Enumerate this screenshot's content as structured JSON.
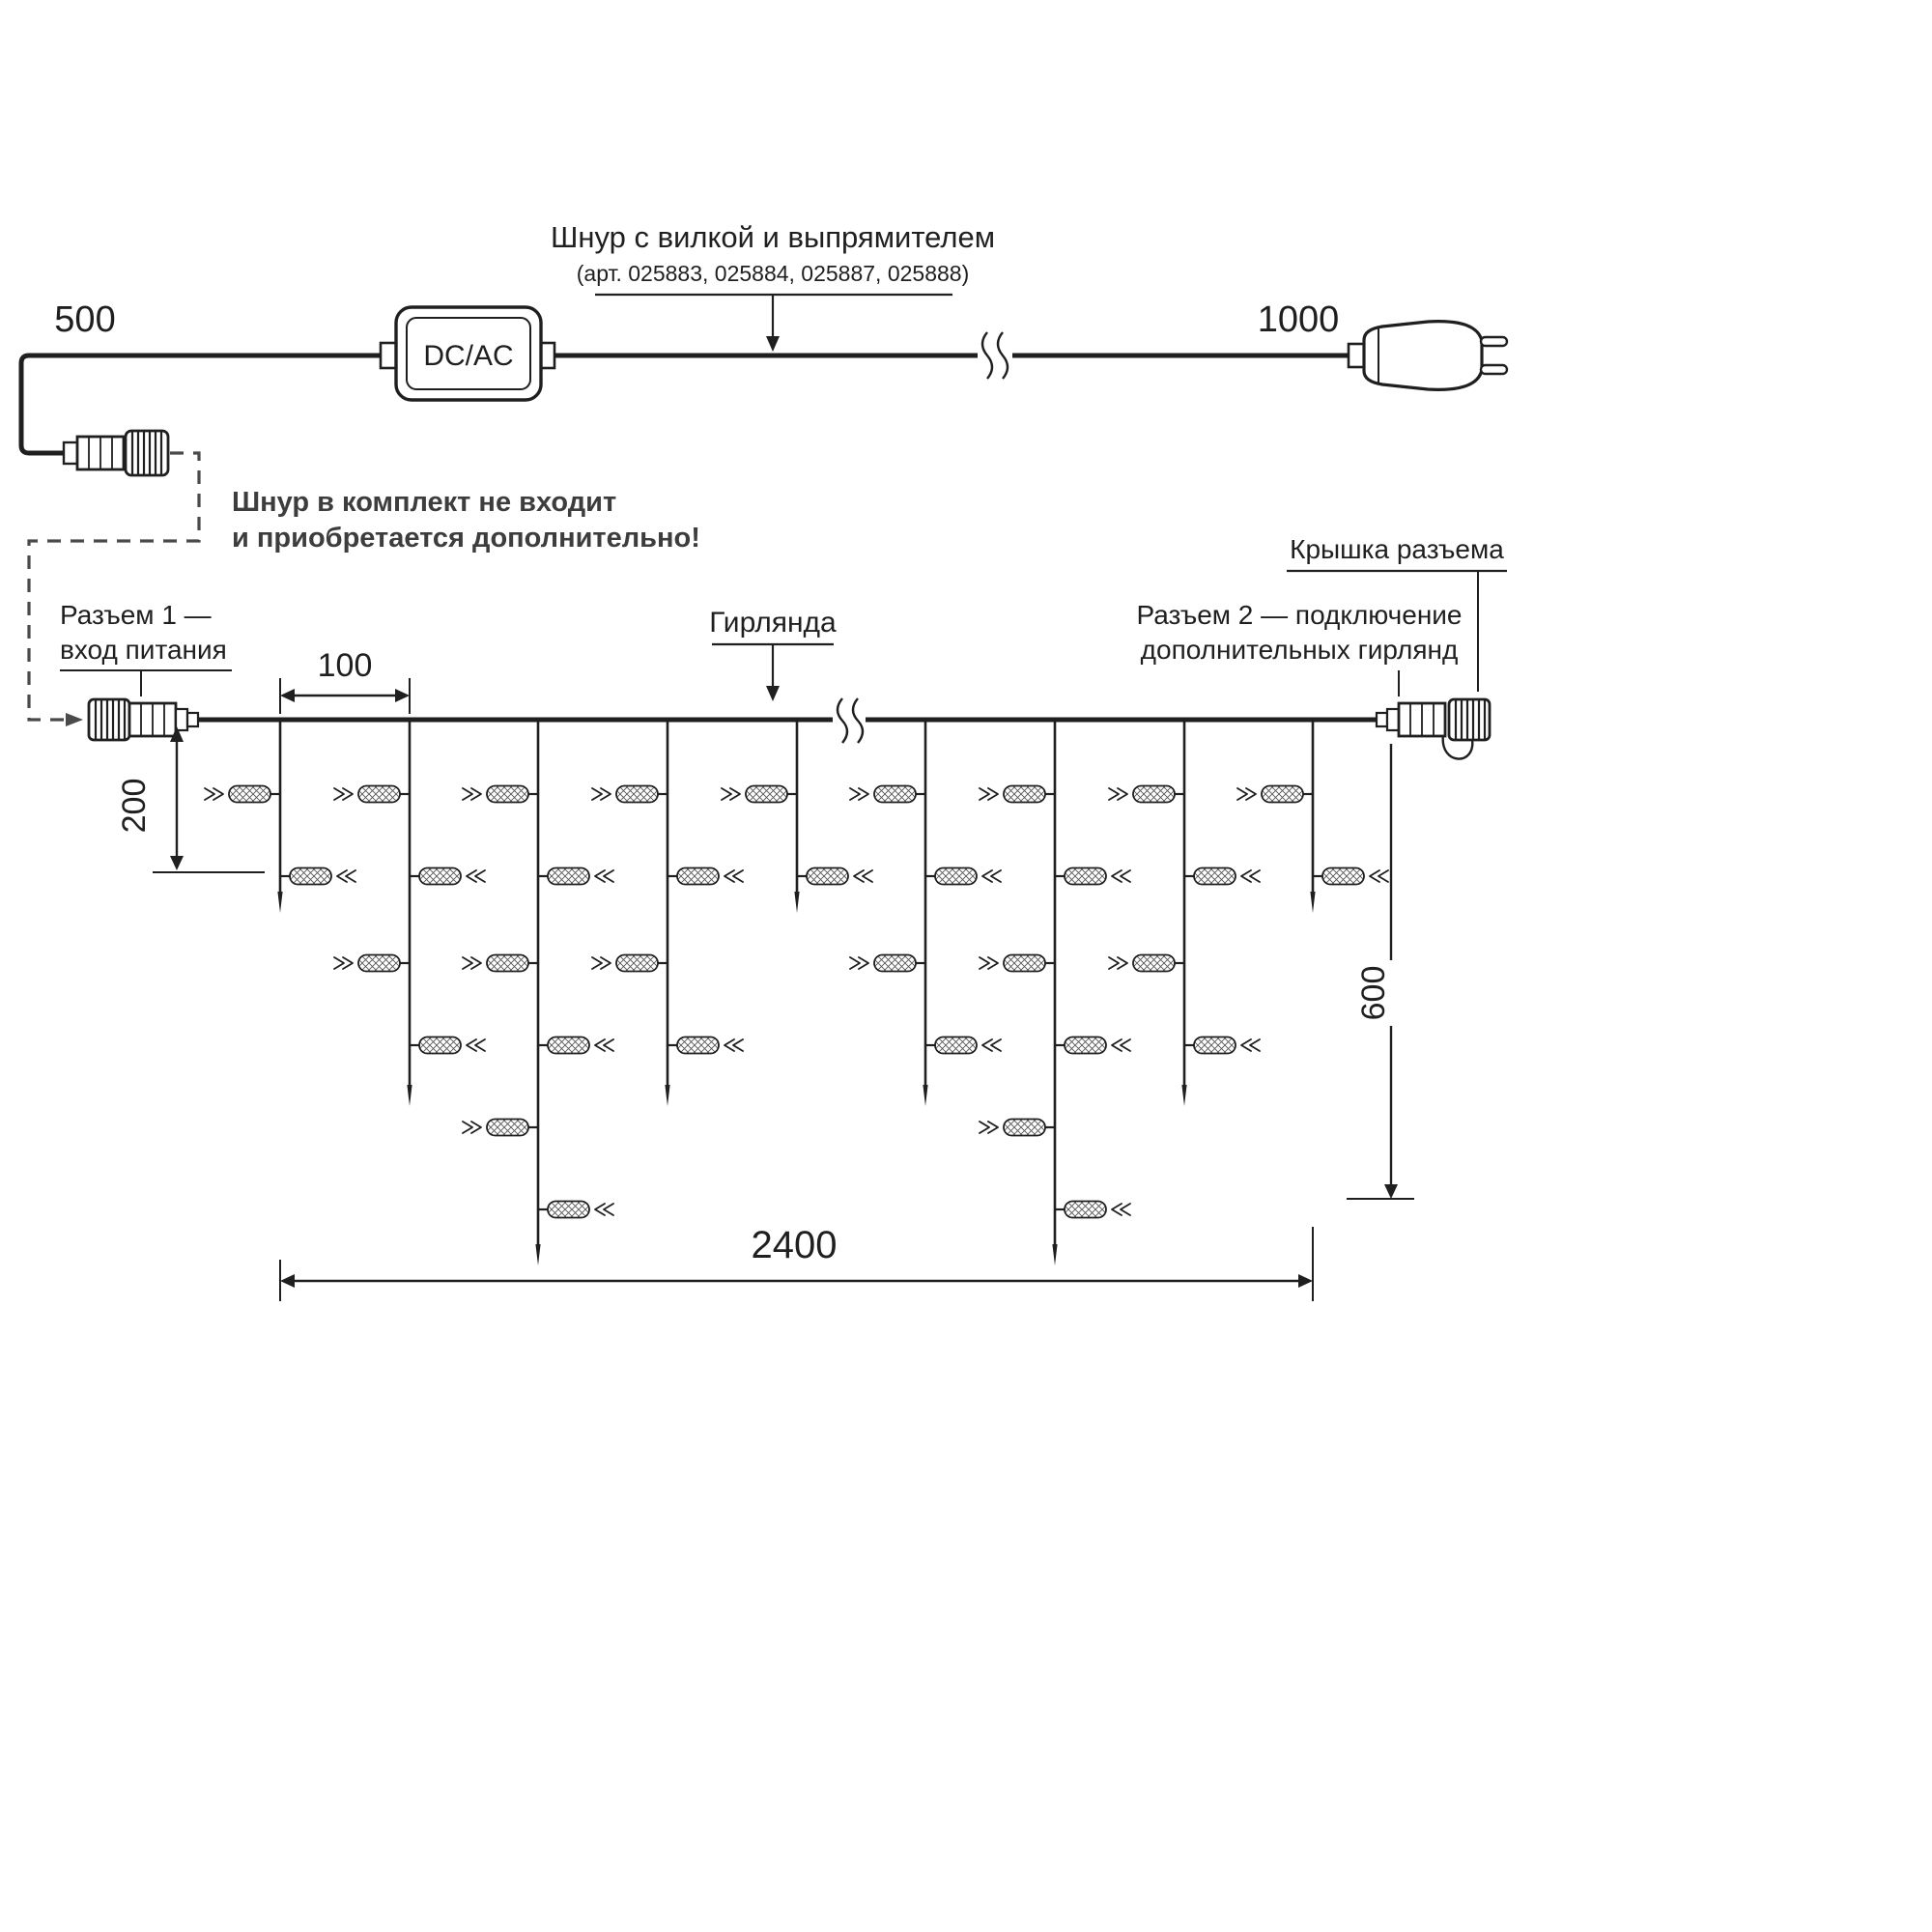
{
  "labels": {
    "cord_title": "Шнур с вилкой и выпрямителем",
    "cord_articles": "(арт. 025883, 025884, 025887, 025888)",
    "dim_500": "500",
    "dim_1000": "1000",
    "converter": "DC/AC",
    "note_line1": "Шнур в комплект не входит",
    "note_line2": "и приобретается дополнительно!",
    "connector1_line1": "Разъем 1 —",
    "connector1_line2": "вход питания",
    "garland": "Гирлянда",
    "cap": "Крышка разъема",
    "connector2_line1": "Разъем 2 — подключение",
    "connector2_line2": "дополнительных гирлянд",
    "dim_100": "100",
    "dim_200": "200",
    "dim_600": "600",
    "dim_2400": "2400"
  },
  "colors": {
    "ink": "#1f1f1f",
    "note_text": "#3d3d3d",
    "background": "#ffffff"
  }
}
